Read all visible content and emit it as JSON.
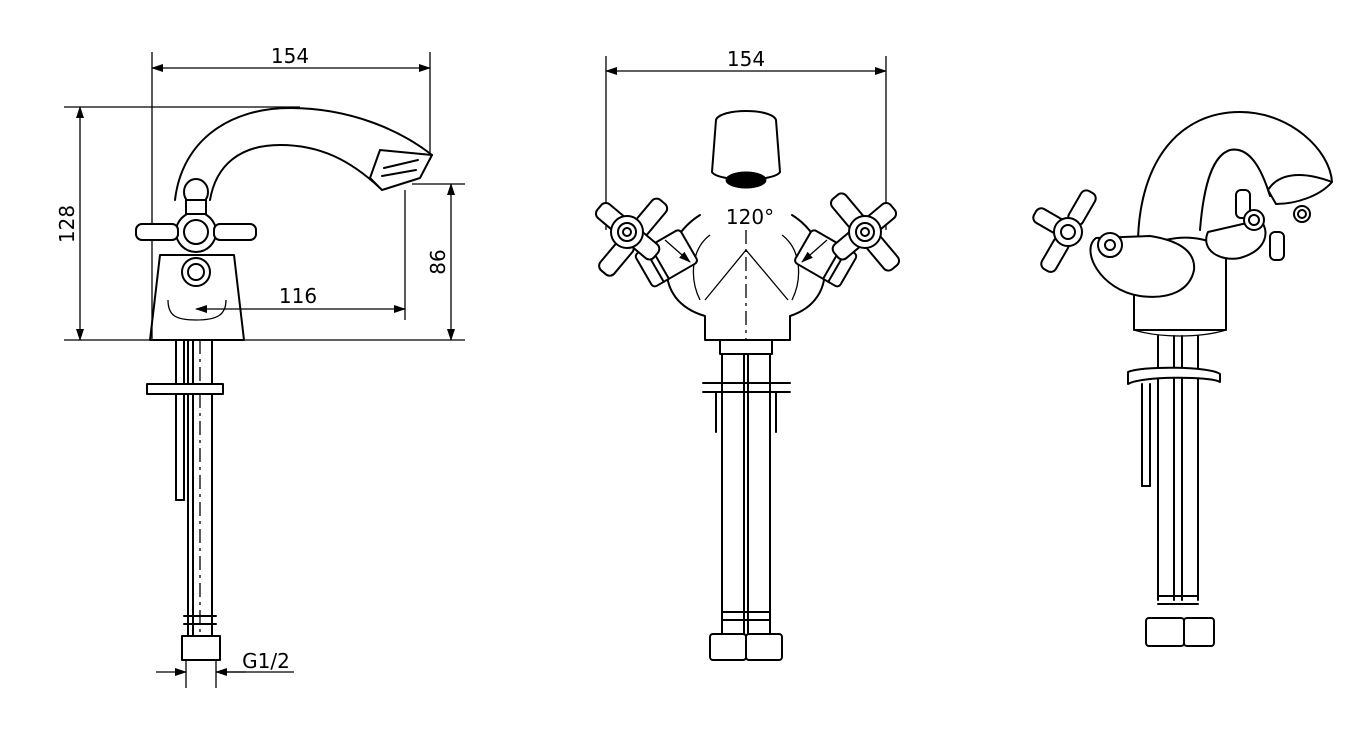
{
  "views": {
    "side": {
      "width_label": "154",
      "height_label": "128",
      "spout_height_label": "86",
      "reach_label": "116",
      "thread_label": "G1/2"
    },
    "front": {
      "width_label": "154",
      "angle_label": "120°"
    },
    "perspective": {}
  },
  "colors": {
    "line": "#000000",
    "background": "#ffffff"
  }
}
